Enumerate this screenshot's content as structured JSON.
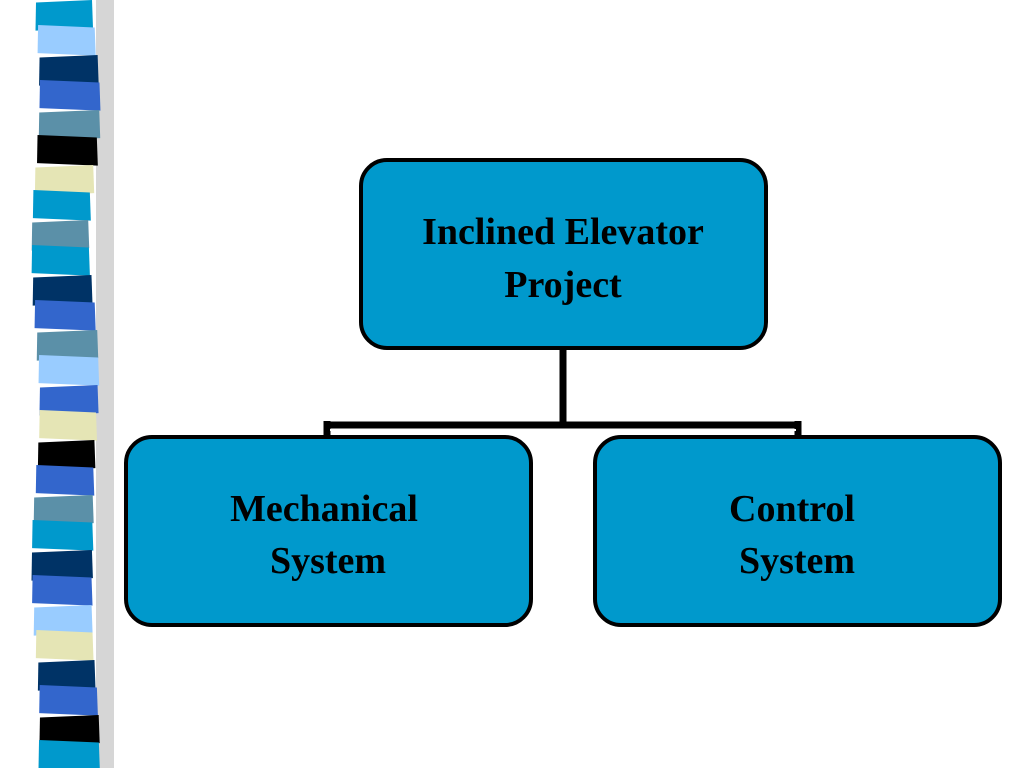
{
  "colors": {
    "box_fill": "#0099CC",
    "box_stroke": "#000000",
    "connector": "#000000",
    "background": "#FFFFFF"
  },
  "decor": {
    "stripe_palette": [
      "#3366CC",
      "#0099CC",
      "#003366",
      "#000000",
      "#E5E5B5",
      "#99CCFF",
      "#5B90A8"
    ]
  },
  "org_chart": {
    "root": {
      "line1": "Inclined Elevator",
      "line2": "Project"
    },
    "children": [
      {
        "line1": "Mechanical",
        "line2": "System"
      },
      {
        "line1": "Control",
        "line2": "System"
      }
    ]
  }
}
